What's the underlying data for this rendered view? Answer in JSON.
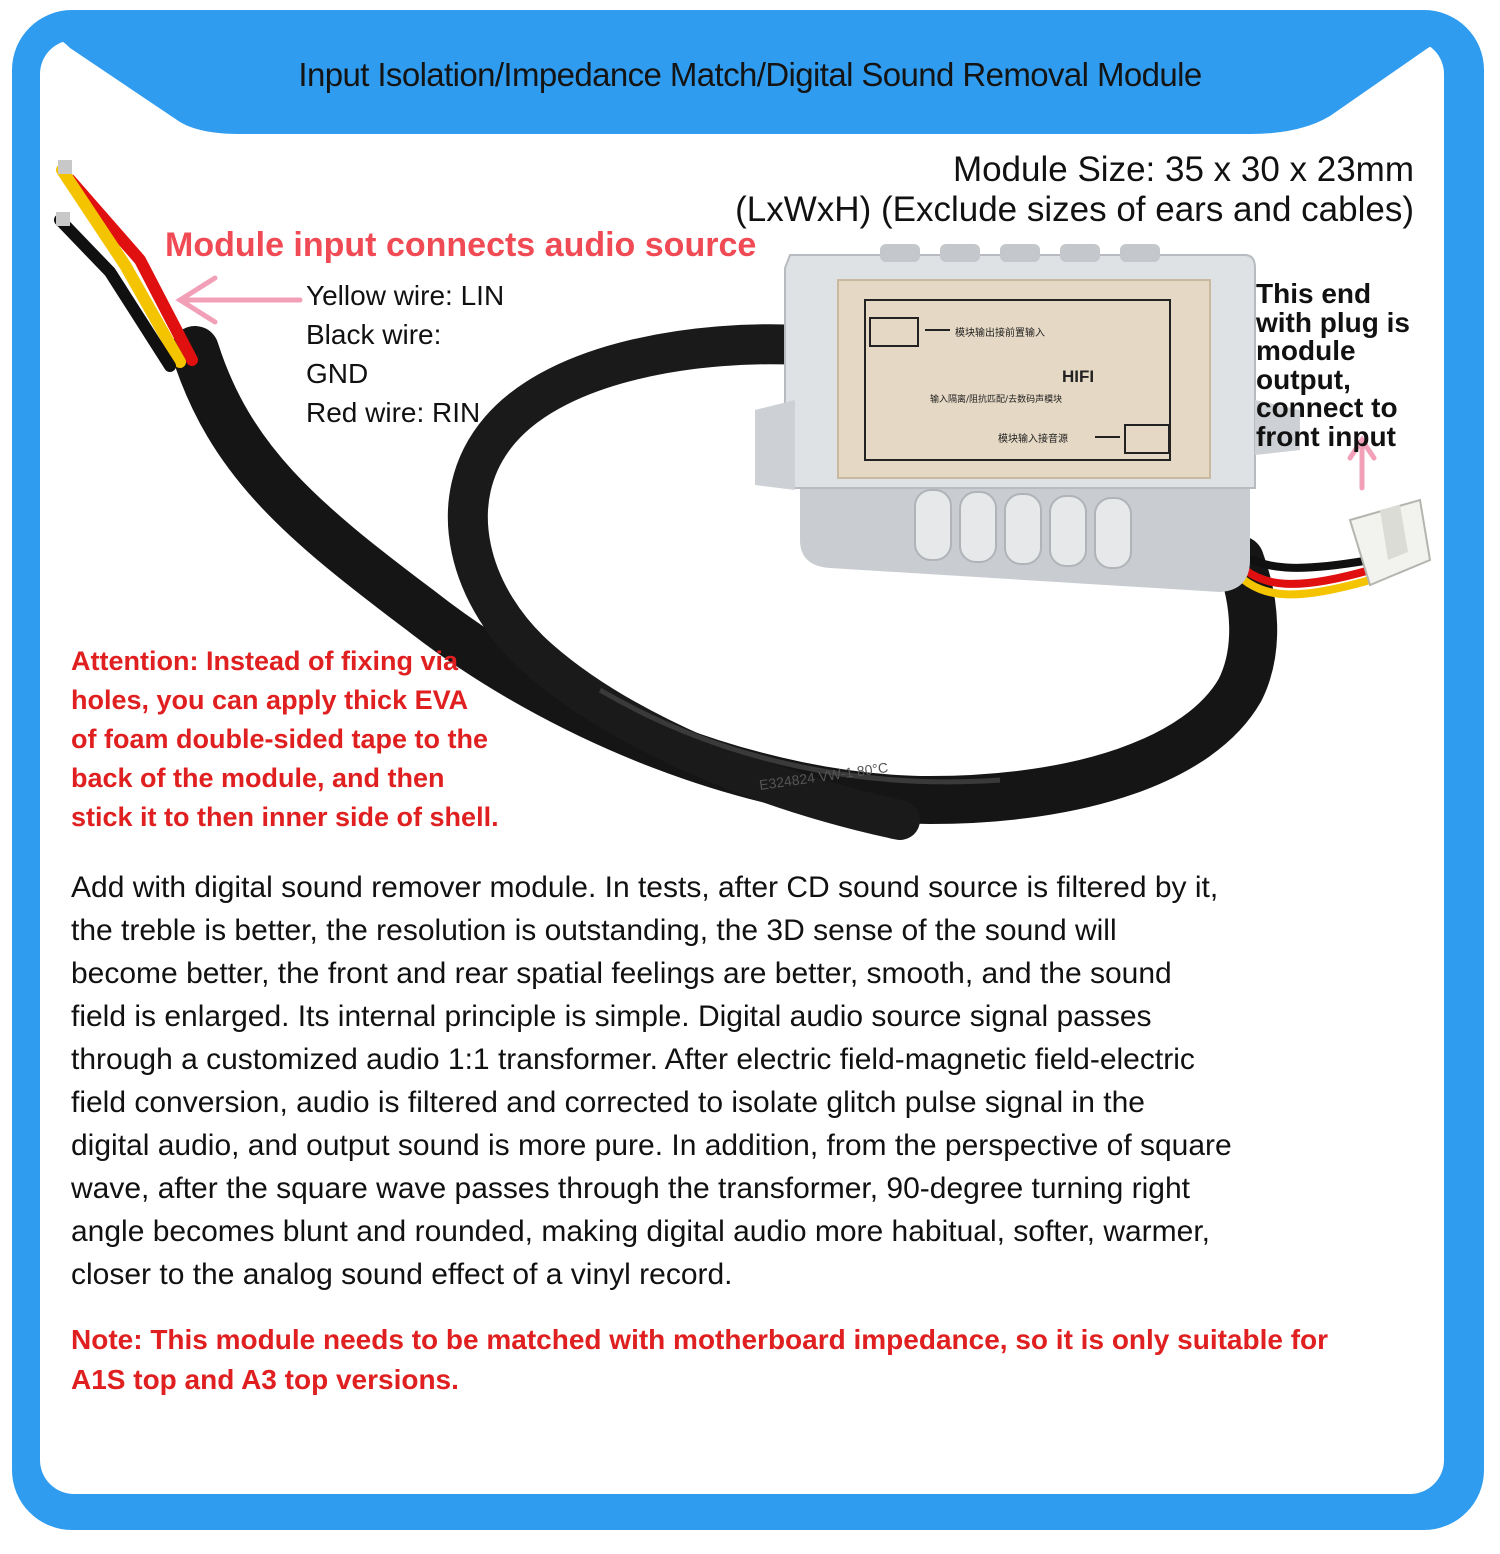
{
  "title": "Input Isolation/Impedance Match/Digital Sound Removal Module",
  "size_info": {
    "line1": "Module Size: 35 x 30 x 23mm",
    "line2": "(LxWxH) (Exclude sizes of ears and cables)"
  },
  "input_heading": "Module input connects audio source",
  "wires": {
    "line1": "Yellow wire: LIN",
    "line2": "Black wire:",
    "line3": "GND",
    "line4": "Red wire: RIN"
  },
  "output_label": {
    "line1": "This end",
    "line2": "with plug is",
    "line3": "module",
    "line4": "output,",
    "line5": "connect to",
    "line6": "front input"
  },
  "module_label": {
    "brand": "HIFI",
    "text_top": "模块输出接前置输入",
    "text_mid": "输入隔离/阻抗匹配/去数码声模块",
    "text_bottom": "模块输入接音源"
  },
  "cable_print": "E324824  VW-1 80°C",
  "attention": {
    "line1": "Attention: Instead of fixing via",
    "line2": "holes, you can apply thick EVA",
    "line3": "of foam double-sided tape to the",
    "line4": "back of the module, and then",
    "line5": "stick it to then inner side of shell."
  },
  "description": {
    "line1": "Add with digital sound remover module. In tests, after CD sound source is filtered by it,",
    "line2": "the treble is better, the resolution is outstanding, the 3D sense of the sound will",
    "line3": "become better, the front and rear spatial feelings are better, smooth, and the sound",
    "line4": "field is enlarged. Its internal principle is simple. Digital audio source signal passes",
    "line5": "through a customized audio 1:1 transformer. After electric field-magnetic field-electric",
    "line6": "field conversion, audio is filtered and corrected to isolate glitch pulse signal in the",
    "line7": "digital audio, and output sound is more pure. In addition, from the perspective of square",
    "line8": "wave, after the square wave passes through the transformer, 90-degree turning right",
    "line9": "angle becomes blunt and rounded, making digital audio more habitual, softer, warmer,",
    "line10": "closer to the analog sound effect of a vinyl record."
  },
  "note": {
    "line1": "Note: This module needs to be matched with motherboard impedance, so it is only suitable for",
    "line2": "A1S top and A3 top versions."
  },
  "colors": {
    "frame": "#2f9cf0",
    "red_text": "#e02020",
    "pink_heading": "#f04a55",
    "arrow_pink": "#f2a0b8",
    "wire_yellow": "#f5c400",
    "wire_red": "#e01010",
    "wire_black": "#101010"
  }
}
